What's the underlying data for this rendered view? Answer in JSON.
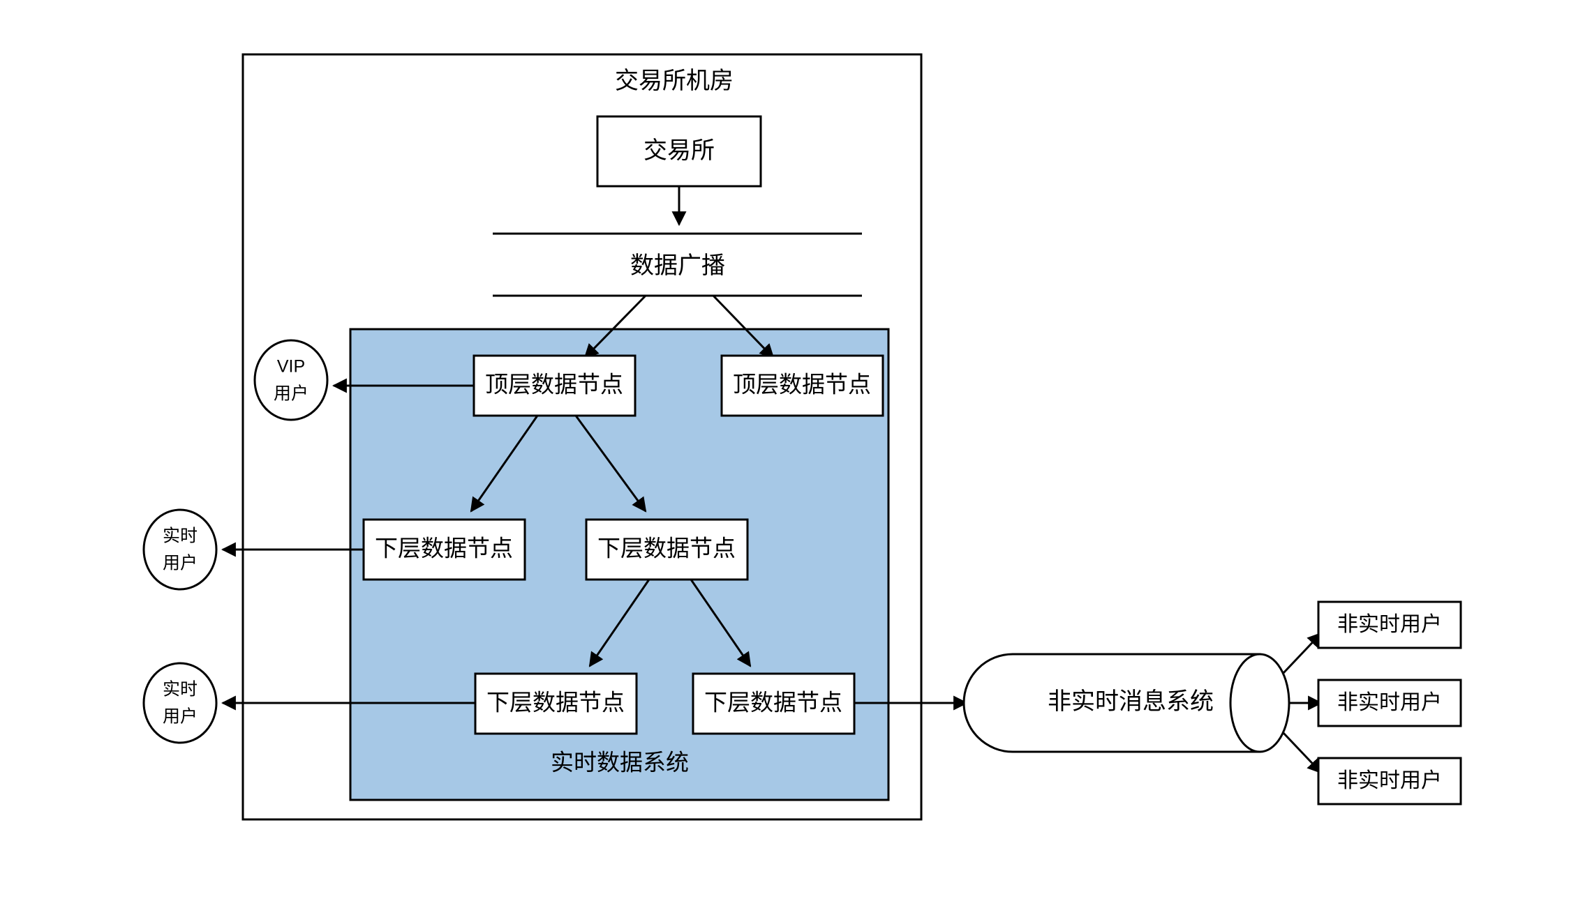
{
  "diagram": {
    "title": "交易所机房",
    "zone_label": "实时数据系统",
    "broadcast_label": "数据广播",
    "nodes": {
      "exchange": "交易所",
      "top_node_left": "顶层数据节点",
      "top_node_right": "顶层数据节点",
      "mid_node_left": "下层数据节点",
      "mid_node_right": "下层数据节点",
      "low_node_left": "下层数据节点",
      "low_node_right": "下层数据节点",
      "message_system": "非实时消息系统"
    },
    "consumers": {
      "vip_line1": "VIP",
      "vip_line2": "用户",
      "realtime_upper_line1": "实时",
      "realtime_upper_line2": "用户",
      "realtime_lower_line1": "实时",
      "realtime_lower_line2": "用户",
      "non_realtime_1": "非实时用户",
      "non_realtime_2": "非实时用户",
      "non_realtime_3": "非实时用户"
    },
    "colors": {
      "zone_fill": "#A6C8E6",
      "stroke": "#000000",
      "background": "#FFFFFF",
      "node_fill": "#FFFFFF"
    }
  }
}
